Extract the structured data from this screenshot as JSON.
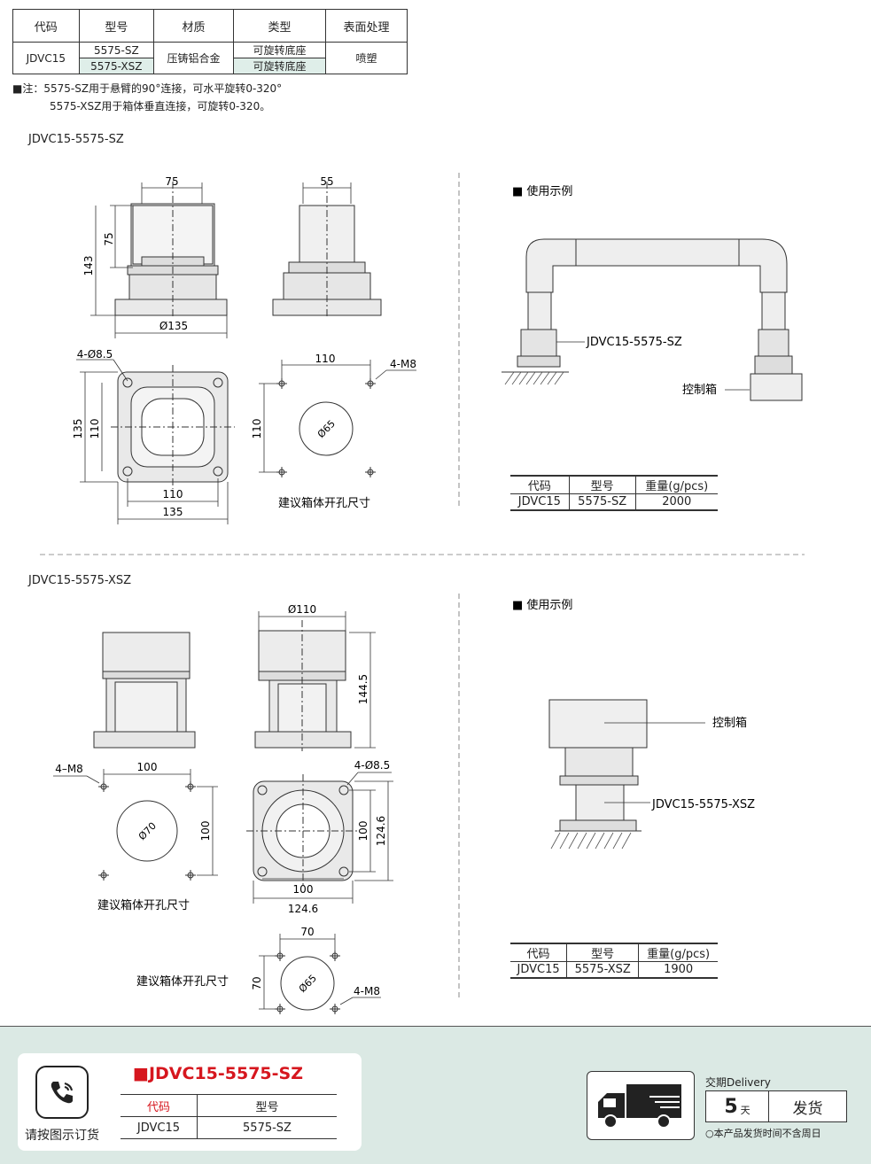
{
  "spec_table": {
    "headers": [
      "代码",
      "型号",
      "材质",
      "类型",
      "表面处理"
    ],
    "code": "JDVC15",
    "rows": [
      {
        "model": "5575-SZ",
        "type": "可旋转底座"
      },
      {
        "model": "5575-XSZ",
        "type": "可旋转底座"
      }
    ],
    "material": "压铸铝合金",
    "surface": "喷塑"
  },
  "notes": [
    "■注：5575-SZ用于悬臂的90°连接，可水平旋转0-320°",
    "5575-XSZ用于箱体垂直连接，可旋转0-320。"
  ],
  "section1": {
    "title": "JDVC15-5575-SZ",
    "dims_front": {
      "width": "75",
      "height_top": "75",
      "height_total": "143",
      "base_dia": "Ø135"
    },
    "dims_side": {
      "width": "55"
    },
    "dims_top": {
      "holes": "4-Ø8.5",
      "outer_h": "135",
      "inner_h": "110",
      "inner_w": "110",
      "outer_w": "135"
    },
    "dims_cutout": {
      "spacing_w": "110",
      "spacing_h": "110",
      "thread": "4-M8",
      "center_dia": "Ø65",
      "caption": "建议箱体开孔尺寸"
    },
    "usage_title": "■ 使用示例",
    "usage_label_part": "JDVC15-5575-SZ",
    "usage_label_box": "控制箱",
    "weight_table": {
      "headers": [
        "代码",
        "型号",
        "重量(g/pcs)"
      ],
      "row": [
        "JDVC15",
        "5575-SZ",
        "2000"
      ]
    }
  },
  "section2": {
    "title": "JDVC15-5575-XSZ",
    "dims_side": {
      "dia": "Ø110",
      "height": "144.5"
    },
    "dims_cutout1": {
      "thread": "4–M8",
      "spacing_w": "100",
      "spacing_h": "100",
      "center_dia": "Ø70",
      "caption": "建议箱体开孔尺寸"
    },
    "dims_top": {
      "holes": "4-Ø8.5",
      "inner_h": "100",
      "outer_h": "124.6",
      "inner_w": "100",
      "outer_w": "124.6"
    },
    "dims_cutout2": {
      "spacing_w": "70",
      "spacing_h": "70",
      "center_dia": "Ø65",
      "thread": "4-M8",
      "caption": "建议箱体开孔尺寸"
    },
    "usage_title": "■ 使用示例",
    "usage_label_box": "控制箱",
    "usage_label_part": "JDVC15-5575-XSZ",
    "weight_table": {
      "headers": [
        "代码",
        "型号",
        "重量(g/pcs)"
      ],
      "row": [
        "JDVC15",
        "5575-XSZ",
        "1900"
      ]
    }
  },
  "footer": {
    "order_label": "请按图示订货",
    "order_title": "■JDVC15-5575-SZ",
    "order_headers": [
      "代码",
      "型号"
    ],
    "order_row": [
      "JDVC15",
      "5575-SZ"
    ],
    "delivery_title": "交期Delivery",
    "days_num": "5",
    "days_unit": "天",
    "ship": "发货",
    "delivery_note": "○本产品发货时间不含周日",
    "accent": "#d6161e"
  }
}
